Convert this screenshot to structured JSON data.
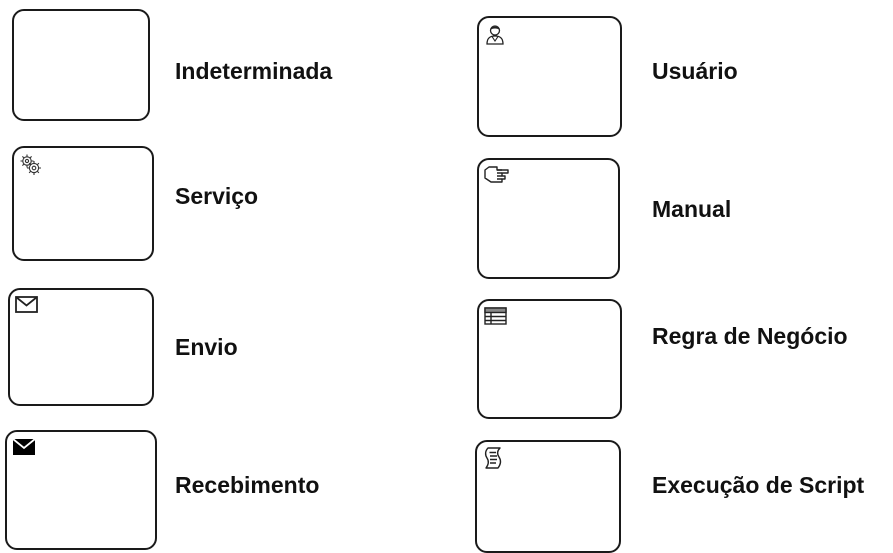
{
  "tasks": {
    "indeterminada": {
      "label": "Indeterminada",
      "icon": "none"
    },
    "servico": {
      "label": "Serviço",
      "icon": "gear-icon"
    },
    "envio": {
      "label": "Envio",
      "icon": "envelope-outline-icon"
    },
    "recebimento": {
      "label": "Recebimento",
      "icon": "envelope-filled-icon"
    },
    "usuario": {
      "label": "Usuário",
      "icon": "user-icon"
    },
    "manual": {
      "label": "Manual",
      "icon": "hand-icon"
    },
    "regra_negocio": {
      "label": "Regra de Negócio",
      "icon": "table-icon"
    },
    "script": {
      "label": "Execução de Script",
      "icon": "script-icon"
    }
  }
}
